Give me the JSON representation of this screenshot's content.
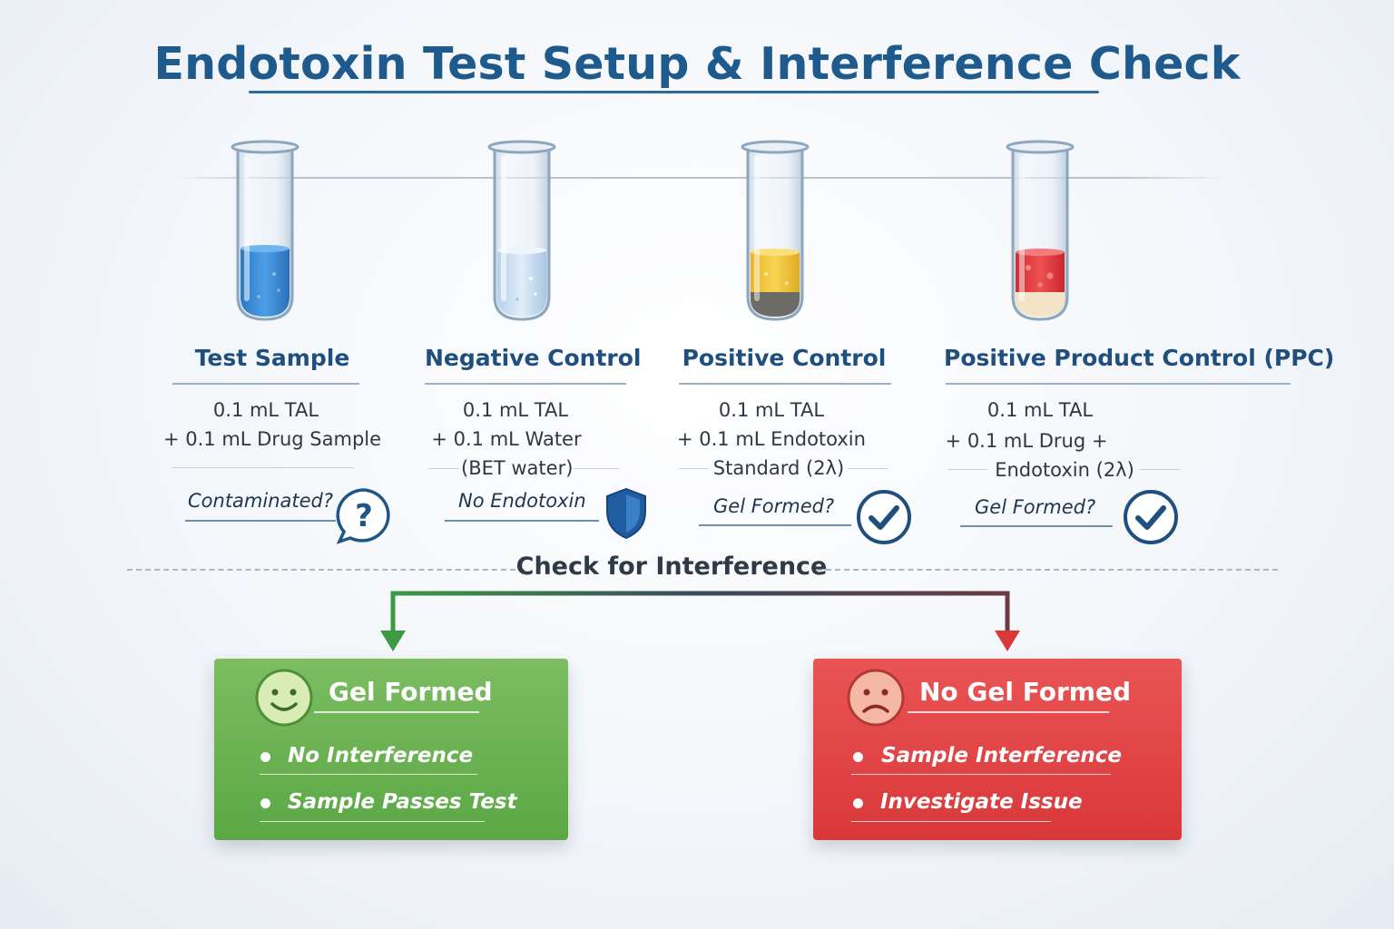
{
  "title": "Endotoxin Test Setup & Interference Check",
  "colors": {
    "title": "#1f5a8c",
    "blue_liquid": "#3d8fd6",
    "clear_liquid": "#c9def2",
    "yellow_liquid": "#f2c640",
    "red_liquid": "#e23a3a",
    "green_box": "#6cb352",
    "red_box": "#e04646",
    "arrow_green": "#3d9a43",
    "arrow_red": "#d83a3a"
  },
  "columns": [
    {
      "title": "Test Sample",
      "reagent_lines": [
        "0.1 mL TAL",
        "+ 0.1 mL Drug Sample"
      ],
      "status": "Contaminated?",
      "status_icon": "question-bubble-icon",
      "liquid": "blue"
    },
    {
      "title": "Negative Control",
      "reagent_lines": [
        "0.1 mL TAL",
        "+ 0.1 mL Water",
        "(BET water)"
      ],
      "status": "No Endotoxin",
      "status_icon": "shield-icon",
      "liquid": "clear"
    },
    {
      "title": "Positive Control",
      "reagent_lines": [
        "0.1 mL TAL",
        "+ 0.1 mL Endotoxin",
        "Standard (2λ)"
      ],
      "status": "Gel Formed?",
      "status_icon": "check-circle-icon",
      "liquid": "yellow"
    },
    {
      "title": "Positive Product Control (PPC)",
      "reagent_lines": [
        "0.1 mL TAL",
        "+ 0.1 mL Drug +",
        "Endotoxin (2λ)"
      ],
      "status": "Gel Formed?",
      "status_icon": "check-circle-icon",
      "liquid": "red"
    }
  ],
  "interference": {
    "label": "Check for Interference"
  },
  "outcomes": [
    {
      "title": "Gel Formed",
      "icon": "smiley-face-icon",
      "items": [
        "No Interference",
        "Sample Passes Test"
      ]
    },
    {
      "title": "No Gel Formed",
      "icon": "sad-face-icon",
      "items": [
        "Sample Interference",
        "Investigate Issue"
      ]
    }
  ]
}
